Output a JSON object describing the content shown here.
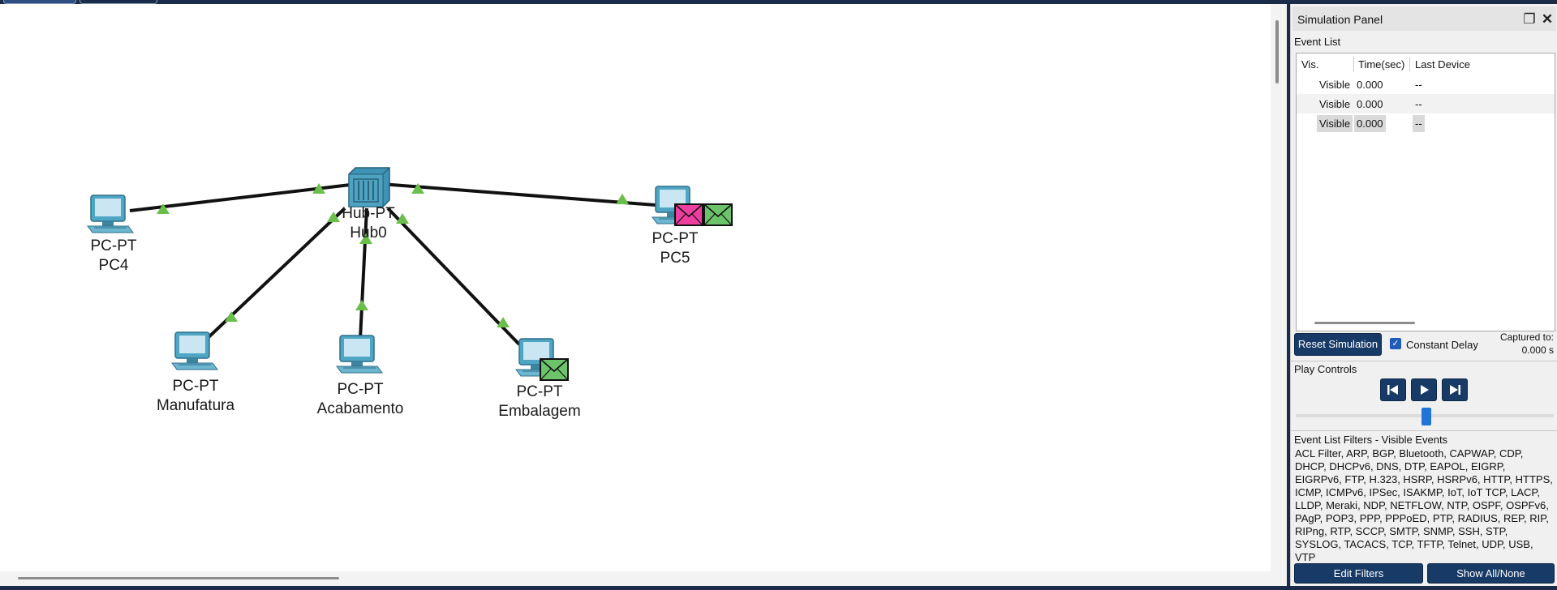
{
  "colors": {
    "link": "#111111",
    "port_up": "#6abf4b",
    "pdu_pink": "#ee3fa0",
    "pdu_green": "#6cc36a",
    "button": "#183a66"
  },
  "topology": {
    "hub": {
      "model": "Hub-PT",
      "name": "Hub0"
    },
    "pcs": [
      {
        "id": "pc4",
        "model": "PC-PT",
        "name": "PC4"
      },
      {
        "id": "pc5",
        "model": "PC-PT",
        "name": "PC5"
      },
      {
        "id": "manufatura",
        "model": "PC-PT",
        "name": "Manufatura"
      },
      {
        "id": "acabamento",
        "model": "PC-PT",
        "name": "Acabamento"
      },
      {
        "id": "embalagem",
        "model": "PC-PT",
        "name": "Embalagem"
      }
    ]
  },
  "panel": {
    "title": "Simulation Panel",
    "event_list_label": "Event List",
    "columns": [
      "Vis.",
      "Time(sec)",
      "Last Device"
    ],
    "events": [
      {
        "vis": "Visible",
        "time": "0.000",
        "last_device": "--"
      },
      {
        "vis": "Visible",
        "time": "0.000",
        "last_device": "--"
      },
      {
        "vis": "Visible",
        "time": "0.000",
        "last_device": "--"
      }
    ],
    "reset_label": "Reset Simulation",
    "constant_delay_label": "Constant Delay",
    "constant_delay_checked": true,
    "captured_label": "Captured to:",
    "captured_value": "0.000 s",
    "play_controls_label": "Play Controls",
    "filters_label": "Event List Filters - Visible Events",
    "filters_text": "ACL Filter, ARP, BGP, Bluetooth, CAPWAP, CDP, DHCP, DHCPv6, DNS, DTP, EAPOL, EIGRP, EIGRPv6, FTP, H.323, HSRP, HSRPv6, HTTP, HTTPS, ICMP, ICMPv6, IPSec, ISAKMP, IoT, IoT TCP, LACP, LLDP, Meraki, NDP, NETFLOW, NTP, OSPF, OSPFv6, PAgP, POP3, PPP, PPPoED, PTP, RADIUS, REP, RIP, RIPng, RTP, SCCP, SMTP, SNMP, SSH, STP, SYSLOG, TACACS, TCP, TFTP, Telnet, UDP, USB, VTP",
    "edit_filters_label": "Edit Filters",
    "show_all_label": "Show All/None"
  }
}
